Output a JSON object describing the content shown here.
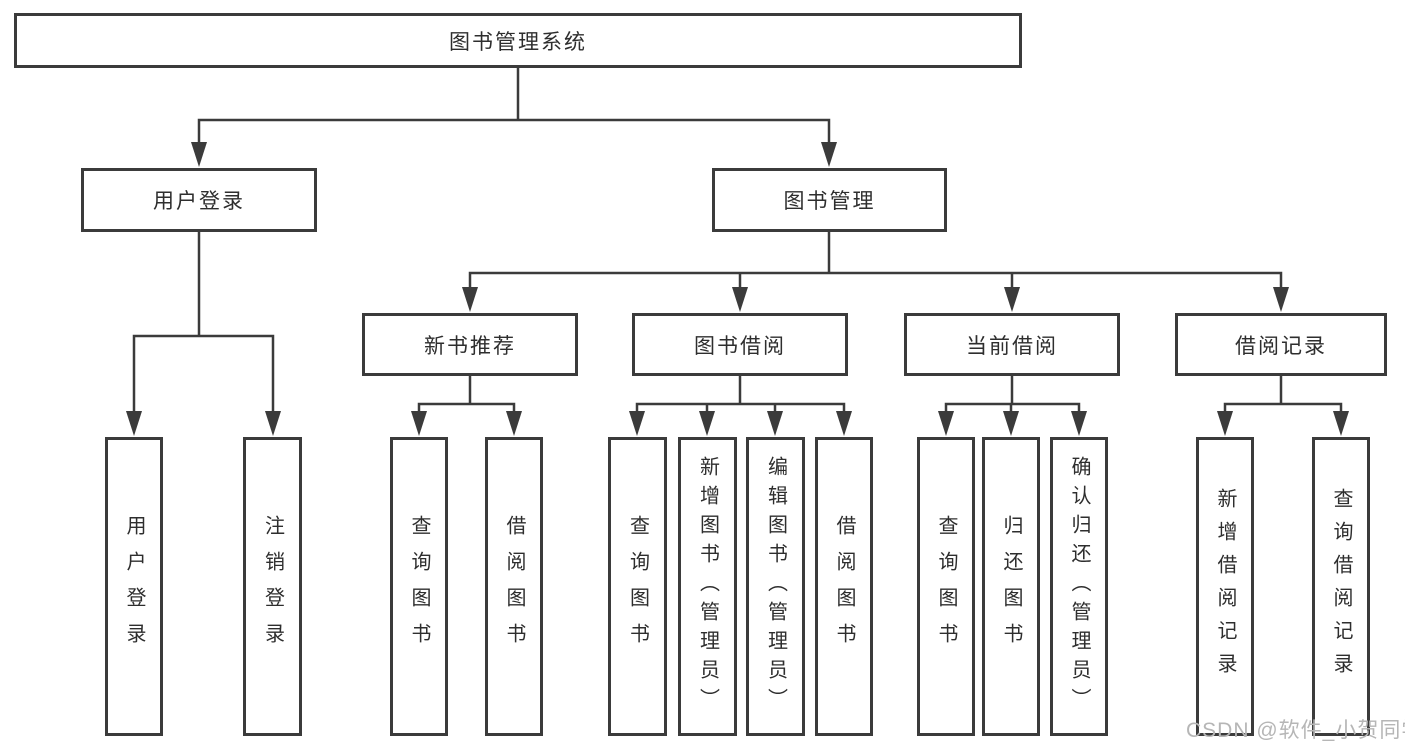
{
  "colors": {
    "line": "#3b3b3b",
    "box_border": "#3b3b3b",
    "text": "#2e2e2e",
    "background": "#ffffff",
    "watermark": "#b6b6b6"
  },
  "watermark": {
    "text": "CSDN @软件_小贺同学"
  },
  "tree": {
    "root": {
      "label": "图书管理系统"
    },
    "branches": [
      {
        "label": "用户登录",
        "children": [
          {
            "label": "用户登录"
          },
          {
            "label": "注销登录"
          }
        ]
      },
      {
        "label": "图书管理",
        "children": [
          {
            "label": "新书推荐",
            "children": [
              {
                "label": "查询图书"
              },
              {
                "label": "借阅图书"
              }
            ]
          },
          {
            "label": "图书借阅",
            "children": [
              {
                "label": "查询图书"
              },
              {
                "label": "新增图书（管理员）"
              },
              {
                "label": "编辑图书（管理员）"
              },
              {
                "label": "借阅图书"
              }
            ]
          },
          {
            "label": "当前借阅",
            "children": [
              {
                "label": "查询图书"
              },
              {
                "label": "归还图书"
              },
              {
                "label": "确认归还（管理员）"
              }
            ]
          },
          {
            "label": "借阅记录",
            "children": [
              {
                "label": "新增借阅记录"
              },
              {
                "label": "查询借阅记录"
              }
            ]
          }
        ]
      }
    ]
  }
}
